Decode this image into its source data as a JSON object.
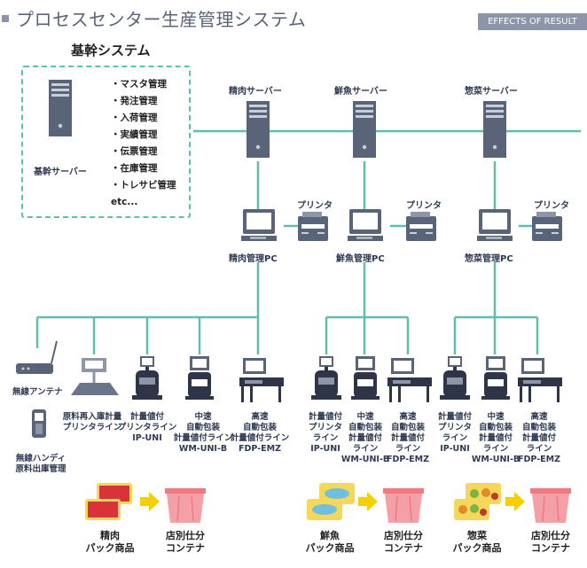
{
  "header": {
    "title": "プロセスセンター生産管理システム",
    "badge": "EFFECTS OF RESULT"
  },
  "core_system": {
    "title": "基幹システム",
    "server_label": "基幹サーバー",
    "items": [
      "・マスタ管理",
      "・発注管理",
      "・入荷管理",
      "・実績管理",
      "・伝票管理",
      "・在庫管理",
      "・トレサビ管理",
      "etc..."
    ]
  },
  "servers": {
    "meat": "精肉サーバー",
    "fish": "鮮魚サーバー",
    "deli": "惣菜サーバー"
  },
  "pcs": {
    "meat": "精肉管理PC",
    "fish": "鮮魚管理PC",
    "deli": "惣菜管理PC"
  },
  "printer_label": "プリンタ",
  "devices": {
    "antenna": "無線アンテナ",
    "handy": [
      "無線ハンディ",
      "原料出庫管理"
    ],
    "raw_printer": [
      "原料再入庫計量",
      "プリンタライン"
    ],
    "meat_ipuni": [
      "計量値付",
      "プリンタライン",
      "IP-UNI"
    ],
    "meat_wm": [
      "中速",
      "自動包装",
      "計量値付ライン",
      "WM-UNI-B"
    ],
    "meat_fdp": [
      "高速",
      "自動包装",
      "計量値付ライン",
      "FDP-EMZ"
    ],
    "fish_ipuni": [
      "計量値付",
      "プリンタ",
      "ライン",
      "IP-UNI"
    ],
    "fish_wm": [
      "中速",
      "自動包装",
      "計量値付",
      "ライン",
      "WM-UNI-B"
    ],
    "fish_fdp": [
      "高速",
      "自動包装",
      "計量値付",
      "ライン",
      "FDP-EMZ"
    ],
    "deli_ipuni": [
      "計量値付",
      "プリンタ",
      "ライン",
      "IP-UNI"
    ],
    "deli_wm": [
      "中速",
      "自動包装",
      "計量値付",
      "ライン",
      "WM-UNI-B"
    ],
    "deli_fdp": [
      "高速",
      "自動包装",
      "計量値付",
      "ライン",
      "FDP-EMZ"
    ]
  },
  "products": {
    "meat": [
      "精肉",
      "パック商品"
    ],
    "fish": [
      "鮮魚",
      "パック商品"
    ],
    "deli": [
      "惣菜",
      "パック商品"
    ],
    "container": [
      "店別仕分",
      "コンテナ"
    ]
  },
  "colors": {
    "line": "#5fbfaa",
    "device": "#5a6478",
    "accent_arrow": "#f5d000",
    "container": "#f07a82",
    "meat_tray": "#d9333a",
    "fish_tray": "#6fbfe0"
  }
}
